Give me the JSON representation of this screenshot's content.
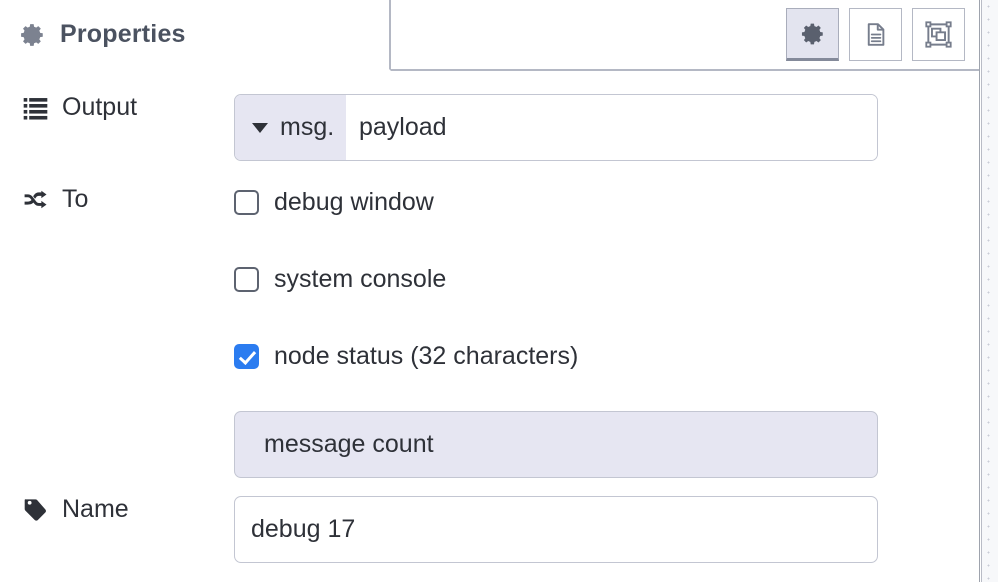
{
  "panel": {
    "tab": {
      "label": "Properties",
      "icon": "gear-icon"
    },
    "actions": [
      {
        "name": "properties-tab-button",
        "icon": "gear-icon",
        "active": true
      },
      {
        "name": "description-tab-button",
        "icon": "document-icon",
        "active": false
      },
      {
        "name": "appearance-tab-button",
        "icon": "appearance-icon",
        "active": false
      }
    ]
  },
  "form": {
    "output": {
      "label": "Output",
      "icon": "list-icon",
      "type_value": "msg.",
      "value": "payload",
      "placeholder": ""
    },
    "to": {
      "label": "To",
      "icon": "shuffle-icon",
      "checkboxes": [
        {
          "label": "debug window",
          "checked": false
        },
        {
          "label": "system console",
          "checked": false
        },
        {
          "label": "node status (32 characters)",
          "checked": true
        }
      ],
      "status_select": {
        "value": "message count"
      }
    },
    "name": {
      "label": "Name",
      "icon": "tag-icon",
      "value": "debug 17",
      "placeholder": "Name"
    }
  },
  "colors": {
    "accent_checkbox": "#2b7cf0",
    "field_prefix_bg": "#e6e6f2",
    "border": "#c3c6d2",
    "tab_border": "#b4b8c4",
    "text": "#2e3138",
    "tab_label": "#4b5260"
  }
}
